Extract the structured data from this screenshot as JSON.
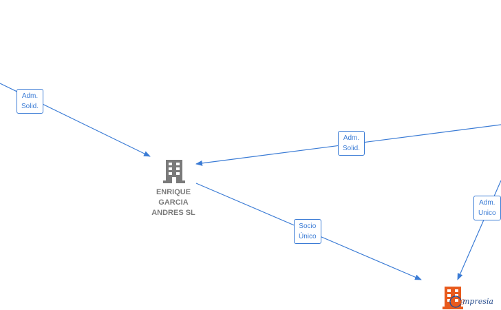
{
  "colors": {
    "edge": "#3a7bd5",
    "node_icon": "#7a7a7a",
    "watermark": "#e85a1c"
  },
  "nodes": [
    {
      "id": "enrique-garcia-andres-sl",
      "type": "company",
      "icon": "building-icon",
      "label_lines": [
        "ENRIQUE",
        "GARCIA",
        "ANDRES SL"
      ]
    }
  ],
  "edges": [
    {
      "id": "edge-1",
      "label_lines": [
        "Adm.",
        "Solid."
      ]
    },
    {
      "id": "edge-2",
      "label_lines": [
        "Adm.",
        "Solid."
      ]
    },
    {
      "id": "edge-3",
      "label_lines": [
        "Socio",
        "Único"
      ]
    },
    {
      "id": "edge-4",
      "label_lines": [
        "Adm.",
        "Unico"
      ]
    }
  ],
  "watermark": {
    "icon": "empresia-logo-icon",
    "text": "mpresia"
  }
}
